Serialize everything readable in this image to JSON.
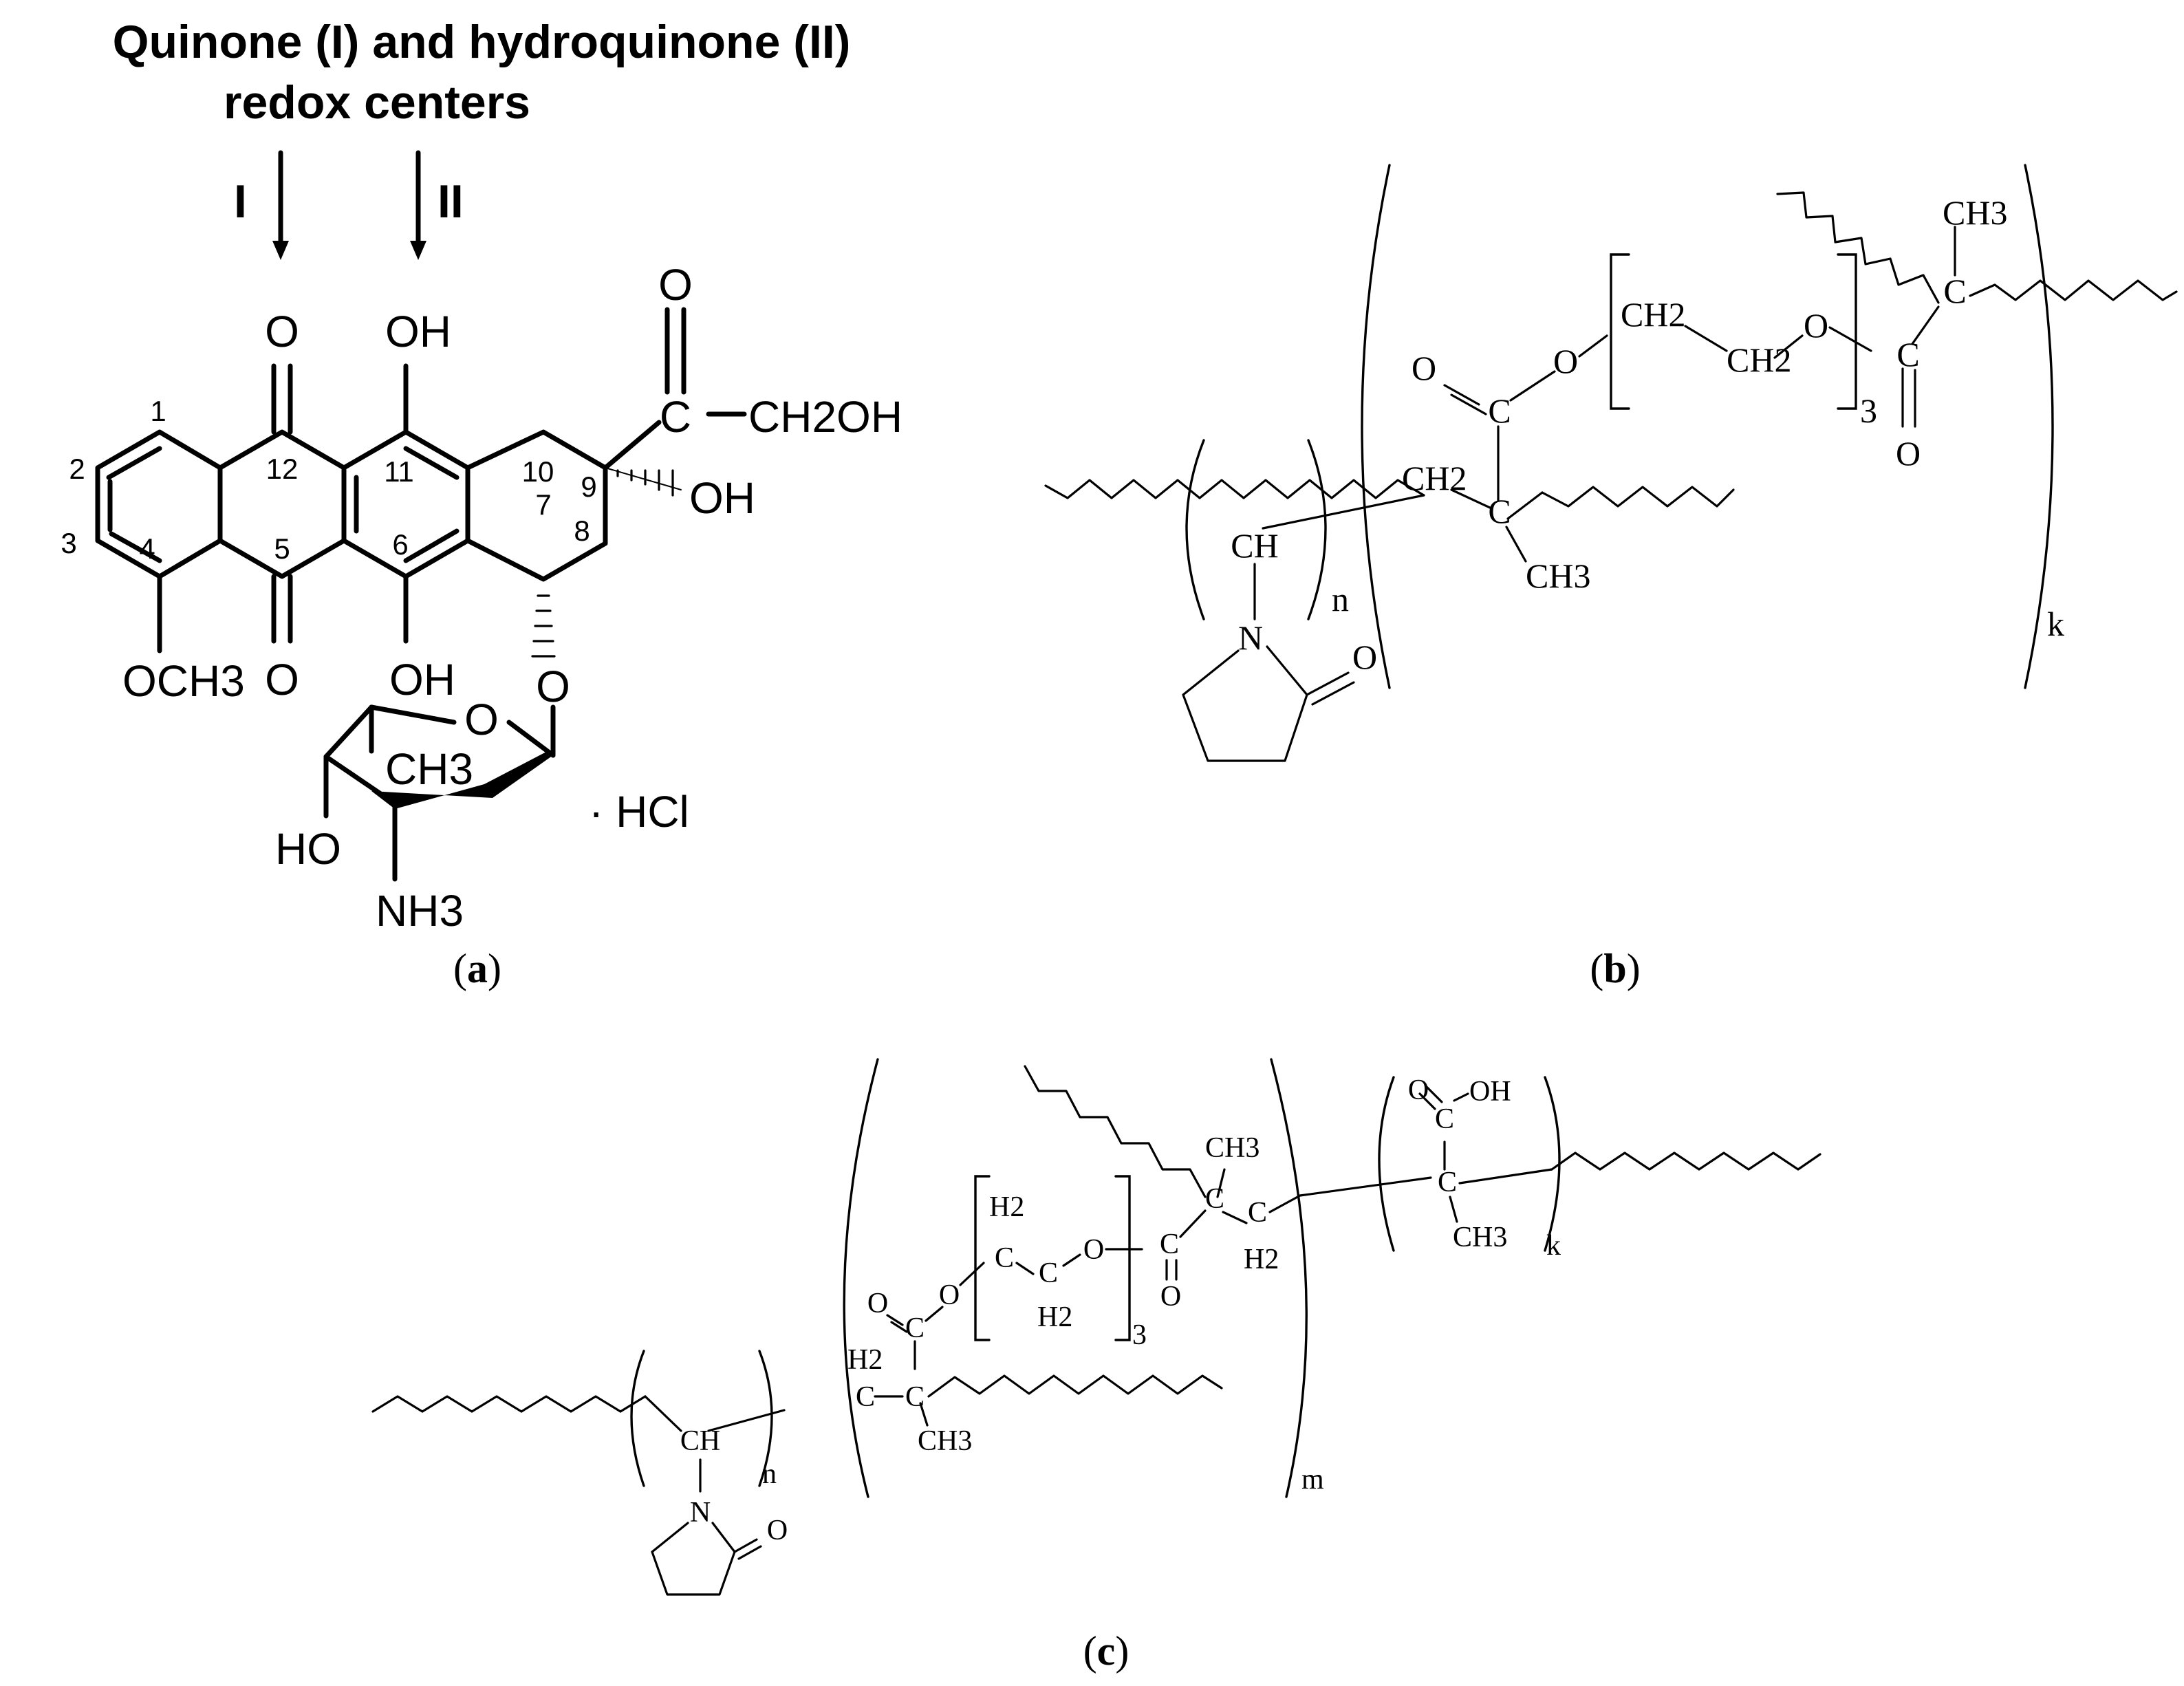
{
  "title": {
    "line1": "Quinone (I) and hydroquinone (II)",
    "line2": "redox centers",
    "arrow_I": "I",
    "arrow_II": "II"
  },
  "panel_a": {
    "caption_open": "(",
    "caption_letter": "a",
    "caption_close": ")",
    "atoms": {
      "O12": "O",
      "OH11": "OH",
      "O5": "O",
      "OH6": "OH",
      "OCH3": "OCH3",
      "O_ketone": "O",
      "C_carbonyl": "C",
      "CH2OH": "CH2OH",
      "OH9": "OH",
      "O_glyc": "O",
      "O_ring": "O",
      "CH3_sugar": "CH3",
      "HO_sugar": "HO",
      "NH3": "NH3",
      "HCl": "· HCl"
    },
    "numbers": [
      "1",
      "2",
      "3",
      "4",
      "5",
      "6",
      "7",
      "8",
      "9",
      "10",
      "11",
      "12"
    ]
  },
  "panel_b": {
    "caption_open": "(",
    "caption_letter": "b",
    "caption_close": ")",
    "atoms": {
      "CH_vp": "CH",
      "N_vp": "N",
      "O_vp": "O",
      "CH2_main": "CH2",
      "C_quat": "C",
      "CH3_main": "CH3",
      "C_ester": "C",
      "O_ester_dbl": "O",
      "O_ester": "O",
      "CH2_peg1": "CH2",
      "CH2_peg2": "CH2",
      "O_peg": "O",
      "C_ester2": "C",
      "O_ester2_dbl": "O",
      "C_quat2": "C",
      "CH3_top": "CH3"
    },
    "subscripts": {
      "n": "n",
      "three": "3",
      "k": "k"
    }
  },
  "panel_c": {
    "caption_open": "(",
    "caption_letter": "c",
    "caption_close": ")",
    "atoms": {
      "CH_vp": "CH",
      "N_vp": "N",
      "O_vp": "O",
      "H2_main": "H2",
      "C_main": "C",
      "C_quat": "C",
      "CH3_main": "CH3",
      "C_ester": "C",
      "O_ester_dbl": "O",
      "O_ester": "O",
      "H2_peg1": "H2",
      "C_peg1": "C",
      "C_peg2": "C",
      "H2_peg2": "H2",
      "O_peg": "O",
      "C_ester2": "C",
      "O_ester2_dbl": "O",
      "C_quat2": "C",
      "CH3_quat2": "CH3",
      "C_ch2": "C",
      "H2_ch2": "H2",
      "C_acid": "C",
      "O_acid": "O",
      "OH_acid": "OH",
      "C_quat3": "C",
      "CH3_quat3": "CH3"
    },
    "subscripts": {
      "n": "n",
      "three": "3",
      "m": "m",
      "k": "k"
    }
  }
}
